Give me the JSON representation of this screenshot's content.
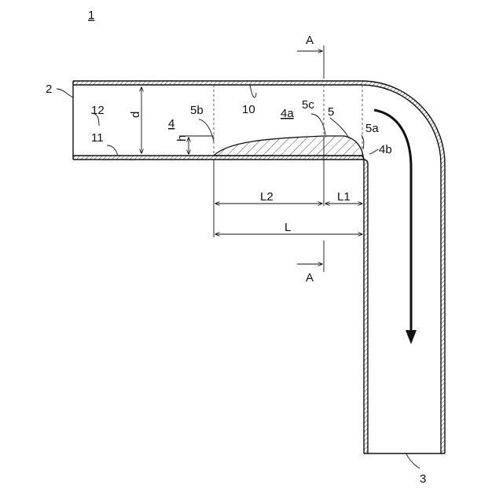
{
  "labels": {
    "assembly": "1",
    "pipe_inlet": "2",
    "pipe_outlet": "3",
    "deposit": "4",
    "deposit_top": "4a",
    "deposit_edge": "4b",
    "region": "5",
    "region_front": "5a",
    "region_rear": "5b",
    "region_peak": "5c",
    "section_space": "10",
    "bottom_wall": "11",
    "top_wall": "12",
    "section_marker_top": "A",
    "section_marker_bottom": "A"
  },
  "dimensions": {
    "diameter": "d",
    "height": "h",
    "length_l1": "L1",
    "length_l2": "L2",
    "length_total": "L"
  },
  "icons": {
    "flow_arrow": "flow-direction-arrow-icon",
    "section_arrow": "section-view-arrow-icon"
  }
}
